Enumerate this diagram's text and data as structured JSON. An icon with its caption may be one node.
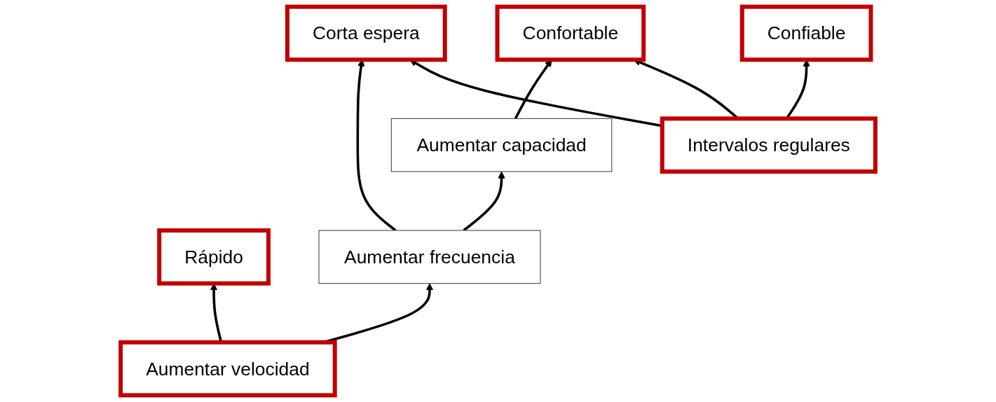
{
  "diagram": {
    "nodes": [
      {
        "text": [
          "Rápido"
        ]
      },
      {
        "text": [
          "Corta espera"
        ]
      },
      {
        "text": [
          "Confortable"
        ]
      },
      {
        "text": [
          "Confiable"
        ]
      },
      {
        "text": [
          "Aumentar velocidad"
        ]
      },
      {
        "text": [
          "Aumentar frecuencia"
        ]
      },
      {
        "text": [
          "Aumentar capacidad"
        ]
      },
      {
        "text": [
          "Intervalos regulares"
        ]
      }
    ],
    "edges": [
      {
        "from": 4,
        "to": 0,
        "arrow": "to"
      },
      {
        "from": 5,
        "to": 1,
        "arrow": "to"
      },
      {
        "from": 6,
        "to": 2,
        "arrow": "to"
      },
      {
        "from": 7,
        "to": 1,
        "arrow": "to"
      },
      {
        "from": 7,
        "to": 2,
        "arrow": "to"
      },
      {
        "from": 7,
        "to": 3,
        "arrow": "to"
      },
      {
        "from": 4,
        "to": 5,
        "arrow": "to"
      },
      {
        "from": 5,
        "to": 6,
        "arrow": "to"
      }
    ]
  }
}
